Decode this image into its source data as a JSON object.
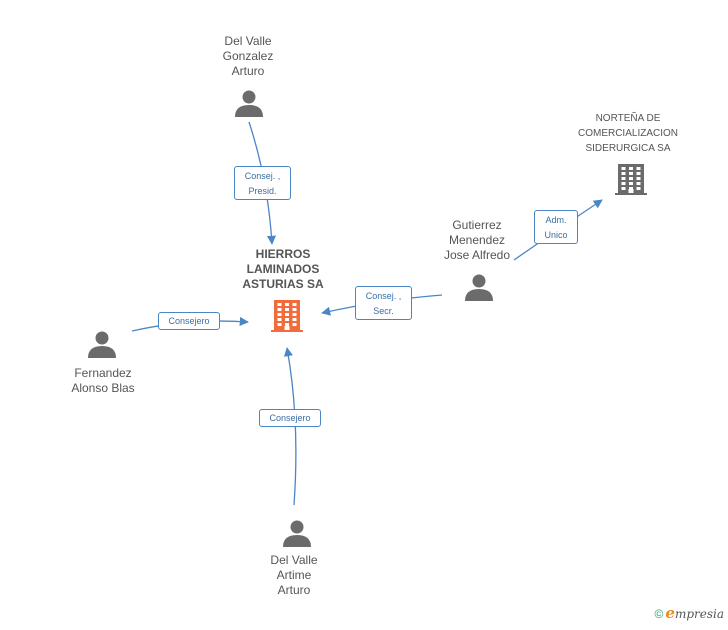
{
  "colors": {
    "edge": "#4a86c5",
    "person_icon": "#6b6b6b",
    "company_icon": "#6b6b6b",
    "center_icon": "#f26b3a",
    "label_text": "#555555",
    "edge_text": "#3a6ea5"
  },
  "center": {
    "name_lines": [
      "HIERROS",
      "LAMINADOS",
      "ASTURIAS SA"
    ],
    "icon": "building-icon"
  },
  "people": [
    {
      "id": "del-valle-gonzalez",
      "name_lines": [
        "Del Valle",
        "Gonzalez",
        "Arturo"
      ],
      "icon": "person-icon"
    },
    {
      "id": "fernandez-alonso",
      "name_lines": [
        "Fernandez",
        "Alonso Blas"
      ],
      "icon": "person-icon"
    },
    {
      "id": "del-valle-artime",
      "name_lines": [
        "Del Valle",
        "Artime",
        "Arturo"
      ],
      "icon": "person-icon"
    },
    {
      "id": "gutierrez-menendez",
      "name_lines": [
        "Gutierrez",
        "Menendez",
        "Jose Alfredo"
      ],
      "icon": "person-icon"
    }
  ],
  "companies": [
    {
      "id": "nortena",
      "name_lines": [
        "NORTEÑA DE",
        "COMERCIALIZACION",
        "SIDERURGICA SA"
      ],
      "icon": "building-icon"
    }
  ],
  "edges": [
    {
      "from": "del-valle-gonzalez",
      "to": "center",
      "label_lines": [
        "Consej. ,",
        "Presid."
      ]
    },
    {
      "from": "fernandez-alonso",
      "to": "center",
      "label_lines": [
        "Consejero"
      ]
    },
    {
      "from": "del-valle-artime",
      "to": "center",
      "label_lines": [
        "Consejero"
      ]
    },
    {
      "from": "gutierrez-menendez",
      "to": "center",
      "label_lines": [
        "Consej. ,",
        "Secr."
      ]
    },
    {
      "from": "gutierrez-menendez",
      "to": "nortena",
      "label_lines": [
        "Adm.",
        "Unico"
      ]
    }
  ],
  "footer": {
    "copyright_symbol": "©",
    "brand_initial": "e",
    "brand_rest": "mpresia"
  }
}
